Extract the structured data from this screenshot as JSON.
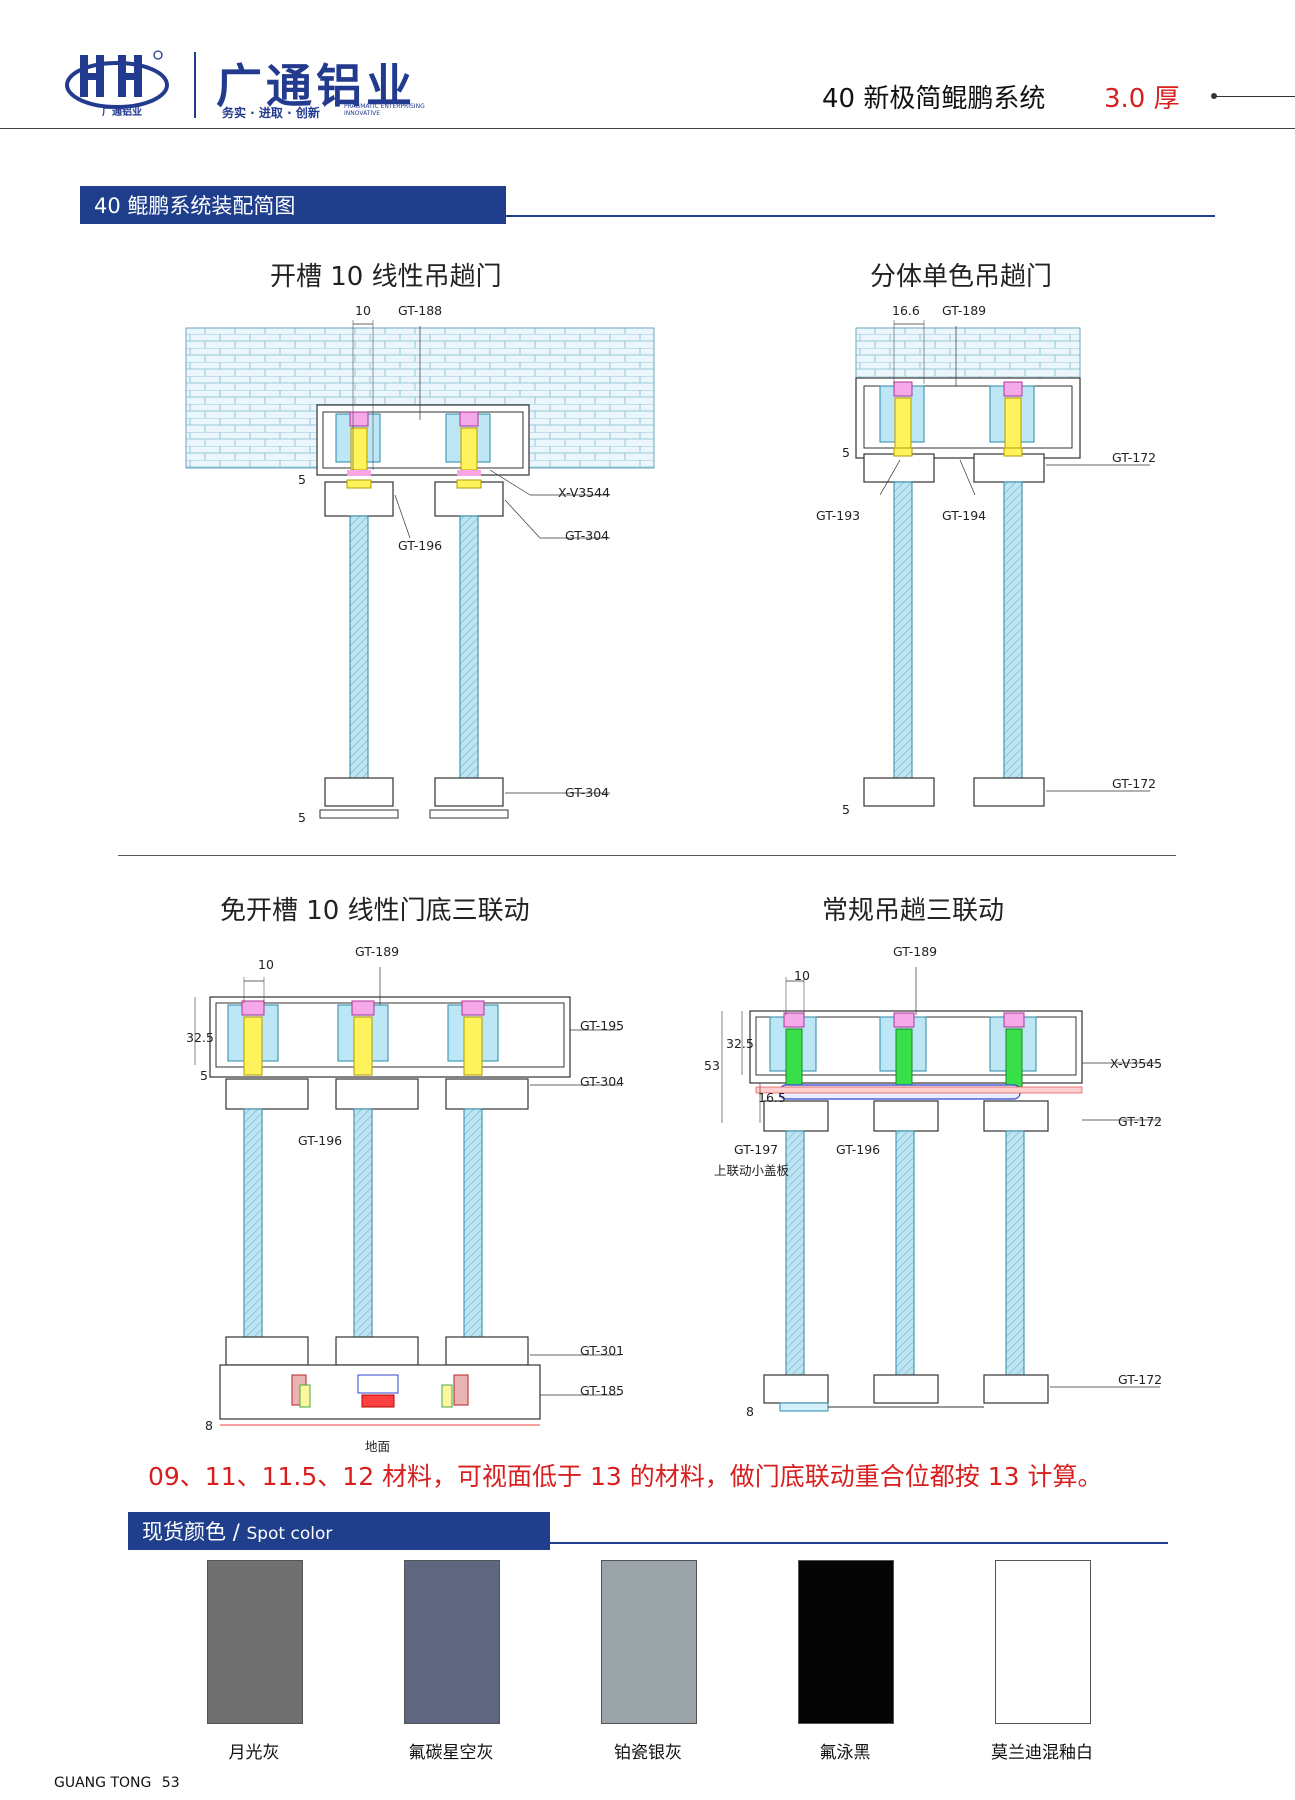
{
  "brand": {
    "logo_text": "广通铝业",
    "name_cn": "广通铝业",
    "slogan_cn": "务实 · 进取 · 创新",
    "slogan_en_line1": "PRAGMATIC ENTERPRISING",
    "slogan_en_line2": "INNOVATIVE"
  },
  "header": {
    "title": "40 新极简鲲鹏系统",
    "thickness": "3.0 厚"
  },
  "section_assembly": {
    "title": "40 鲲鹏系统装配简图"
  },
  "diagrams": [
    {
      "title": "开槽 10 线性吊趟门",
      "labels": [
        "10",
        "GT-188",
        "X-V3544",
        "GT-304",
        "GT-196",
        "GT-304",
        "5",
        "5"
      ]
    },
    {
      "title": "分体单色吊趟门",
      "labels": [
        "16.6",
        "GT-189",
        "GT-172",
        "GT-193",
        "GT-194",
        "GT-172",
        "5",
        "5"
      ]
    },
    {
      "title": "免开槽 10 线性门底三联动",
      "labels": [
        "10",
        "GT-189",
        "GT-195",
        "GT-304",
        "GT-196",
        "32.5",
        "5",
        "GT-301",
        "GT-185",
        "8",
        "地面"
      ]
    },
    {
      "title": "常规吊趟三联动",
      "labels": [
        "10",
        "GT-189",
        "X-V3545",
        "GT-172",
        "GT-197",
        "上联动小盖板",
        "GT-196",
        "53",
        "32.5",
        "16.5",
        "GT-172",
        "8"
      ]
    }
  ],
  "note": "09、11、11.5、12 材料，可视面低于 13 的材料，做门底联动重合位都按 13 计算。",
  "section_colors": {
    "title_cn": "现货颜色",
    "separator": "/",
    "title_en": "Spot color"
  },
  "colors": [
    {
      "name": "月光灰",
      "hex": "#707070"
    },
    {
      "name": "氟碳星空灰",
      "hex": "#5f6680"
    },
    {
      "name": "铂瓷银灰",
      "hex": "#9aa3a8"
    },
    {
      "name": "氟泳黑",
      "hex": "#050505"
    },
    {
      "name": "莫兰迪混釉白",
      "hex": "#ffffff"
    }
  ],
  "footer": {
    "brand": "GUANG TONG",
    "page": "53"
  }
}
